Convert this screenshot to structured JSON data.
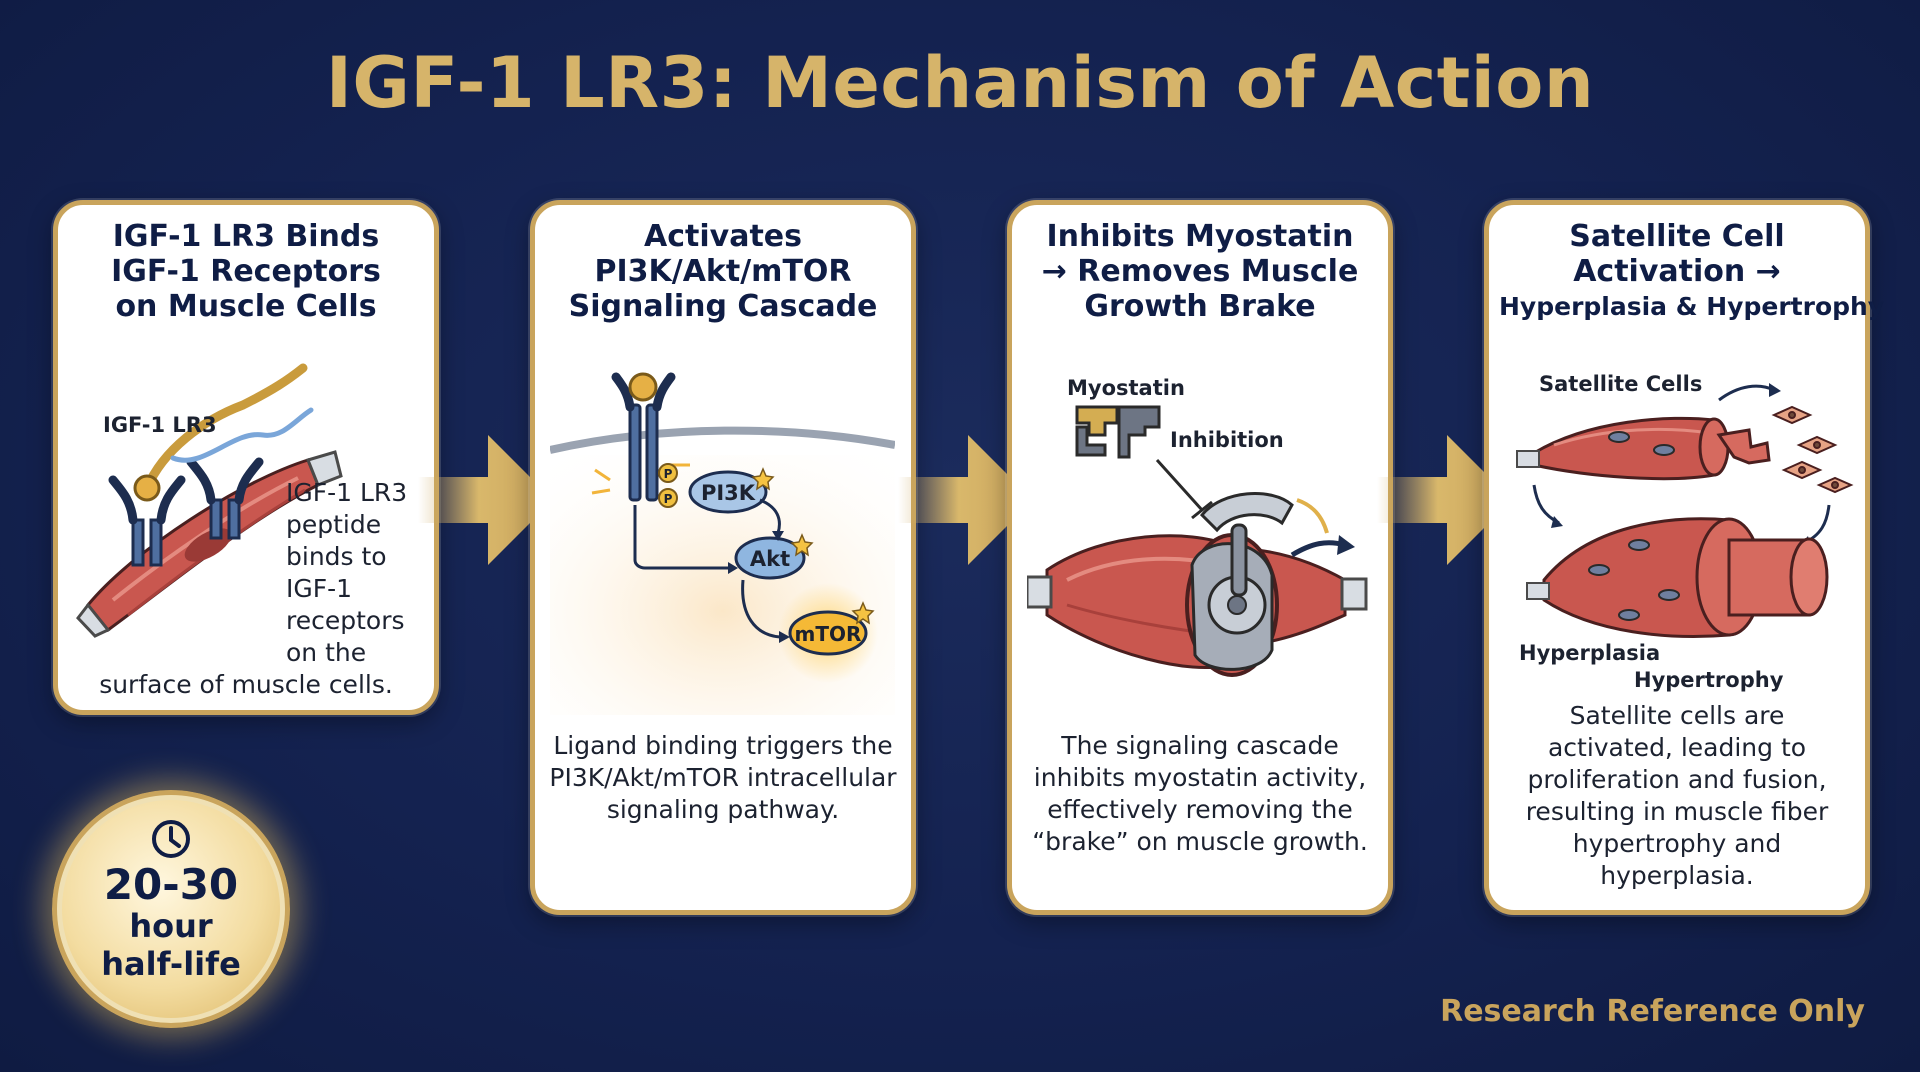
{
  "title": "IGF-1 LR3: Mechanism of Action",
  "steps": [
    {
      "title_lines": [
        "IGF-1 LR3 Binds",
        "IGF-1 Receptors",
        "on Muscle Cells"
      ],
      "text_lines": [
        "IGF-1 LR3",
        "peptide",
        "binds to",
        "IGF-1",
        "receptors",
        "on the",
        "surface of muscle cells."
      ],
      "labels": {
        "ligand": "IGF-1 LR3"
      }
    },
    {
      "title_lines": [
        "Activates",
        "PI3K/Akt/mTOR",
        "Signaling Cascade"
      ],
      "text_lines": [
        "Ligand binding triggers the",
        "PI3K/Akt/mTOR intracellular",
        "signaling pathway."
      ],
      "labels": {
        "p": "P",
        "pi3k": "PI3K",
        "akt": "Akt",
        "mtor": "mTOR"
      }
    },
    {
      "title_lines": [
        "Inhibits Myostatin",
        "→ Removes Muscle",
        "Growth Brake"
      ],
      "text_lines": [
        "The signaling cascade",
        "inhibits myostatin activity,",
        "effectively removing the",
        "“brake” on muscle growth."
      ],
      "labels": {
        "myostatin": "Myostatin",
        "inhibition": "Inhibition"
      }
    },
    {
      "title_lines": [
        "Satellite Cell",
        "Activation →",
        "Hyperplasia & Hypertrophy"
      ],
      "text_lines": [
        "Satellite cells are",
        "activated, leading to",
        "proliferation and fusion,",
        "resulting in muscle fiber",
        "hypertrophy and",
        "hyperplasia."
      ],
      "labels": {
        "satellite": "Satellite Cells",
        "hyperplasia": "Hyperplasia",
        "hypertrophy": "Hypertrophy"
      }
    }
  ],
  "half_life": {
    "icon": "clock-icon",
    "value": "20-30",
    "unit_lines": [
      "hour",
      "half-life"
    ]
  },
  "footer": "Research Reference Only",
  "colors": {
    "background": "#142250",
    "gold": "#c9a45c",
    "title_gold": "#d6b46a",
    "card": "#ffffff",
    "muscle": "#c9574f",
    "receptor": "#4f6fa0"
  }
}
